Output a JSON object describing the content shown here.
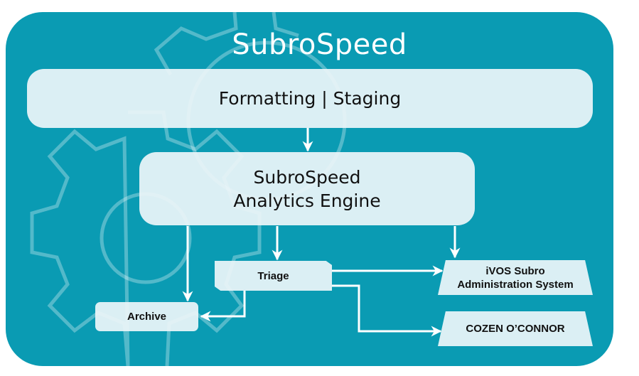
{
  "diagram": {
    "title": "SubroSpeed",
    "nodes": {
      "formatting": {
        "label": "Formatting | Staging"
      },
      "engine": {
        "line1": "SubroSpeed",
        "line2": "Analytics Engine"
      },
      "triage": {
        "label": "Triage"
      },
      "archive": {
        "label": "Archive"
      },
      "ivos": {
        "line1": "iVOS Subro",
        "line2": "Administration System"
      },
      "cozen": {
        "label": "COZEN O’CONNOR"
      }
    },
    "edges": [
      {
        "from": "Formatting | Staging",
        "to": "SubroSpeed Analytics Engine"
      },
      {
        "from": "SubroSpeed Analytics Engine",
        "to": "Archive"
      },
      {
        "from": "SubroSpeed Analytics Engine",
        "to": "Triage"
      },
      {
        "from": "SubroSpeed Analytics Engine",
        "to": "iVOS Subro Administration System"
      },
      {
        "from": "Triage",
        "to": "Archive"
      },
      {
        "from": "Triage",
        "to": "iVOS Subro Administration System"
      },
      {
        "from": "Triage",
        "to": "COZEN O’CONNOR"
      }
    ],
    "colors": {
      "panel": "#0a9bb3",
      "box": "#e8f3f7",
      "arrow": "#ffffff"
    }
  }
}
